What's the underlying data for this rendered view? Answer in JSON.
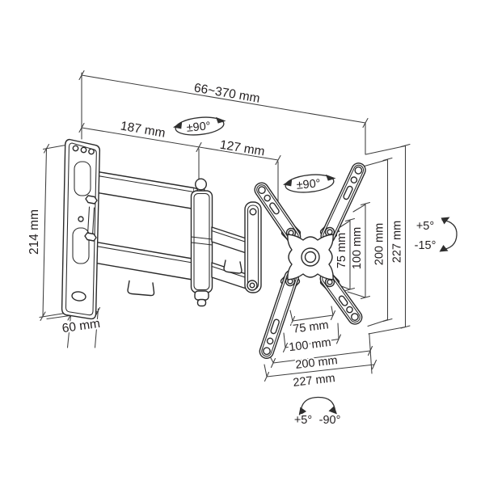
{
  "diagram": {
    "description": "Articulating TV wall mount - dimensional technical drawing",
    "colors": {
      "background": "#ffffff",
      "line": "#2a2a2a",
      "dimension_line": "#3d3d3d",
      "text": "#231f20"
    },
    "dimensions": {
      "extension_range": "66~370 mm",
      "first_arm_length": "187 mm",
      "second_arm_length": "127 mm",
      "wall_plate_height": "214 mm",
      "wall_plate_width": "60 mm",
      "vesa_vertical": {
        "v75": "75 mm",
        "v100": "100 mm",
        "v200": "200 mm",
        "v227": "227 mm"
      },
      "vesa_horizontal": {
        "h75": "75 mm",
        "h100": "100 mm",
        "h200": "200 mm",
        "h227": "227 mm"
      }
    },
    "angles": {
      "arm_swivel": "±90°",
      "plate_rotation": "±90°",
      "tilt_up": "+5°",
      "tilt_down": "-15°",
      "swivel_up": "+5°",
      "swivel_down": "-90°"
    }
  }
}
